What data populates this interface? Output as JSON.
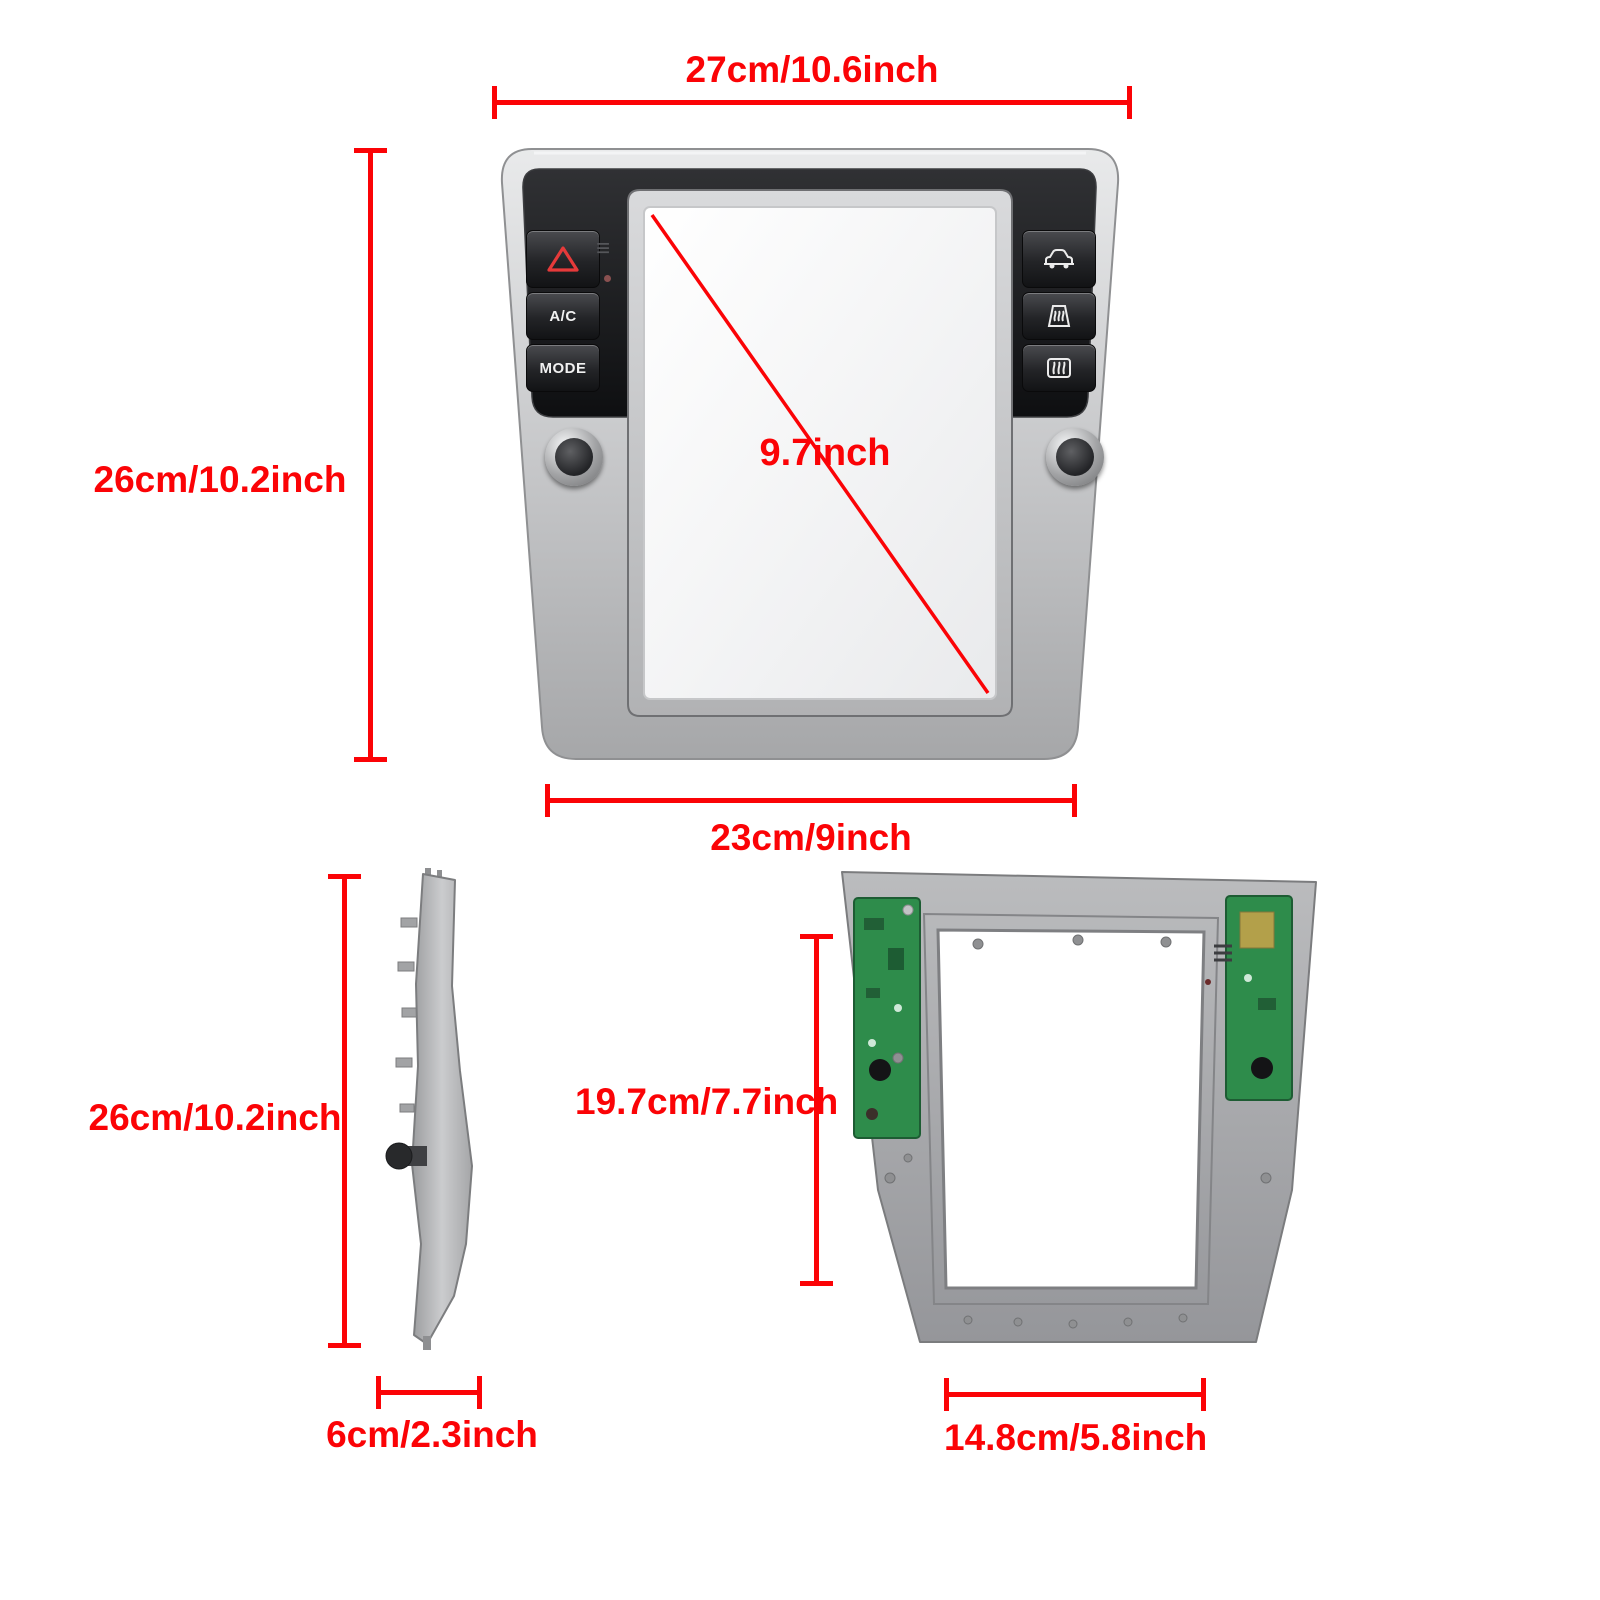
{
  "front_view": {
    "dim_top_width": "27cm/10.6inch",
    "dim_height": "26cm/10.2inch",
    "dim_screen_diagonal": "9.7inch",
    "dim_bottom_width": "23cm/9inch",
    "buttons": {
      "ac": "A/C",
      "mode": "MODE"
    }
  },
  "side_view": {
    "dim_height": "26cm/10.2inch",
    "dim_depth": "6cm/2.3inch"
  },
  "back_view": {
    "dim_opening_height": "19.7cm/7.7inch",
    "dim_bottom_width": "14.8cm/5.8inch"
  },
  "icons": {
    "menu_lines": "≡"
  },
  "colors": {
    "dimension_red": "#fb0306",
    "panel_silver": "#c3c4c6",
    "trim_black": "#17181a",
    "pcb_green": "#2e8c4b"
  }
}
